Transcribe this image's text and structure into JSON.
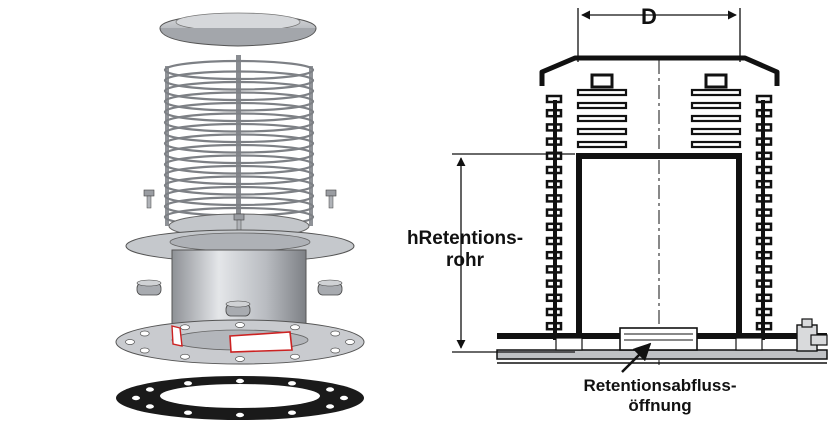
{
  "dimension_label": "D",
  "height_label": {
    "line1": "hRetentions-",
    "line2": "rohr"
  },
  "outlet_label": {
    "line1": "Retentionsabfluss-",
    "line2": "öffnung"
  },
  "colors": {
    "metal": "#c9cbcf",
    "outline": "#222222",
    "gasket": "#1a1a1a",
    "cutout": "#cc2222"
  }
}
